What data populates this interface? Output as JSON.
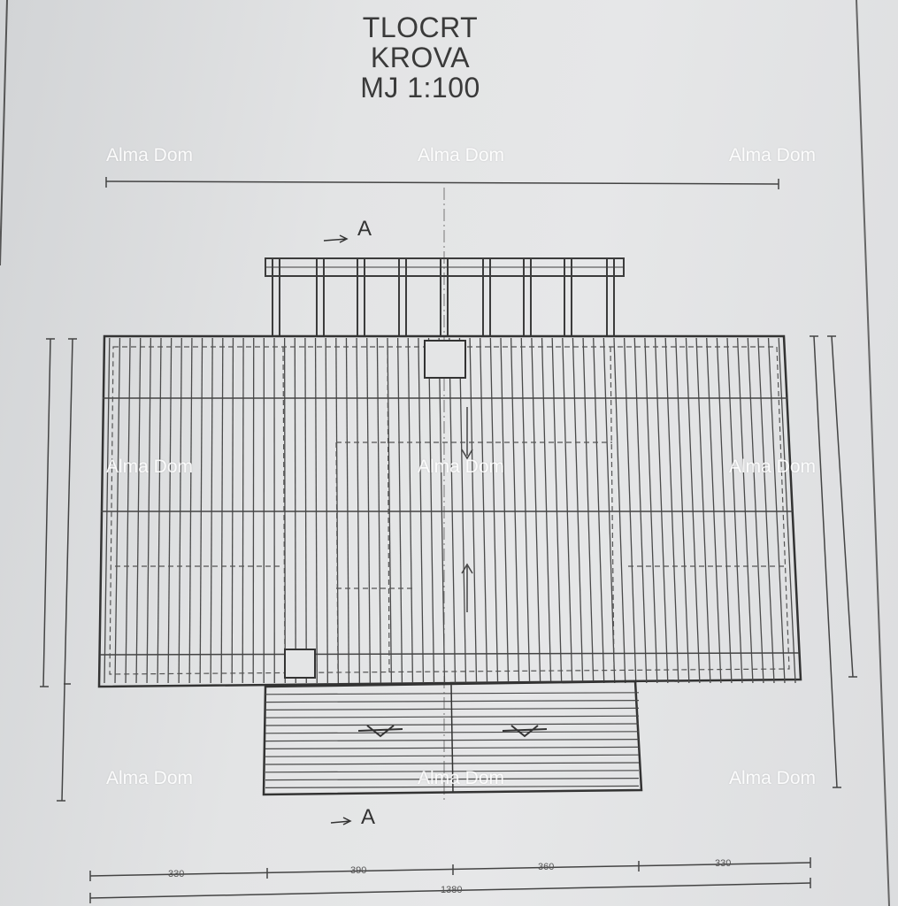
{
  "title": {
    "line1": "TLOCRT",
    "line2": "KROVA",
    "line3": "MJ 1:100"
  },
  "watermark": "Alma Dom",
  "section_marker": "A",
  "dimensions": {
    "bottom_segments": [
      "330",
      "390",
      "360",
      "330"
    ],
    "bottom_total": "1380"
  },
  "colors": {
    "line": "#3c3c3c",
    "paper": "#e4e5e6",
    "watermark": "#ffffff"
  }
}
